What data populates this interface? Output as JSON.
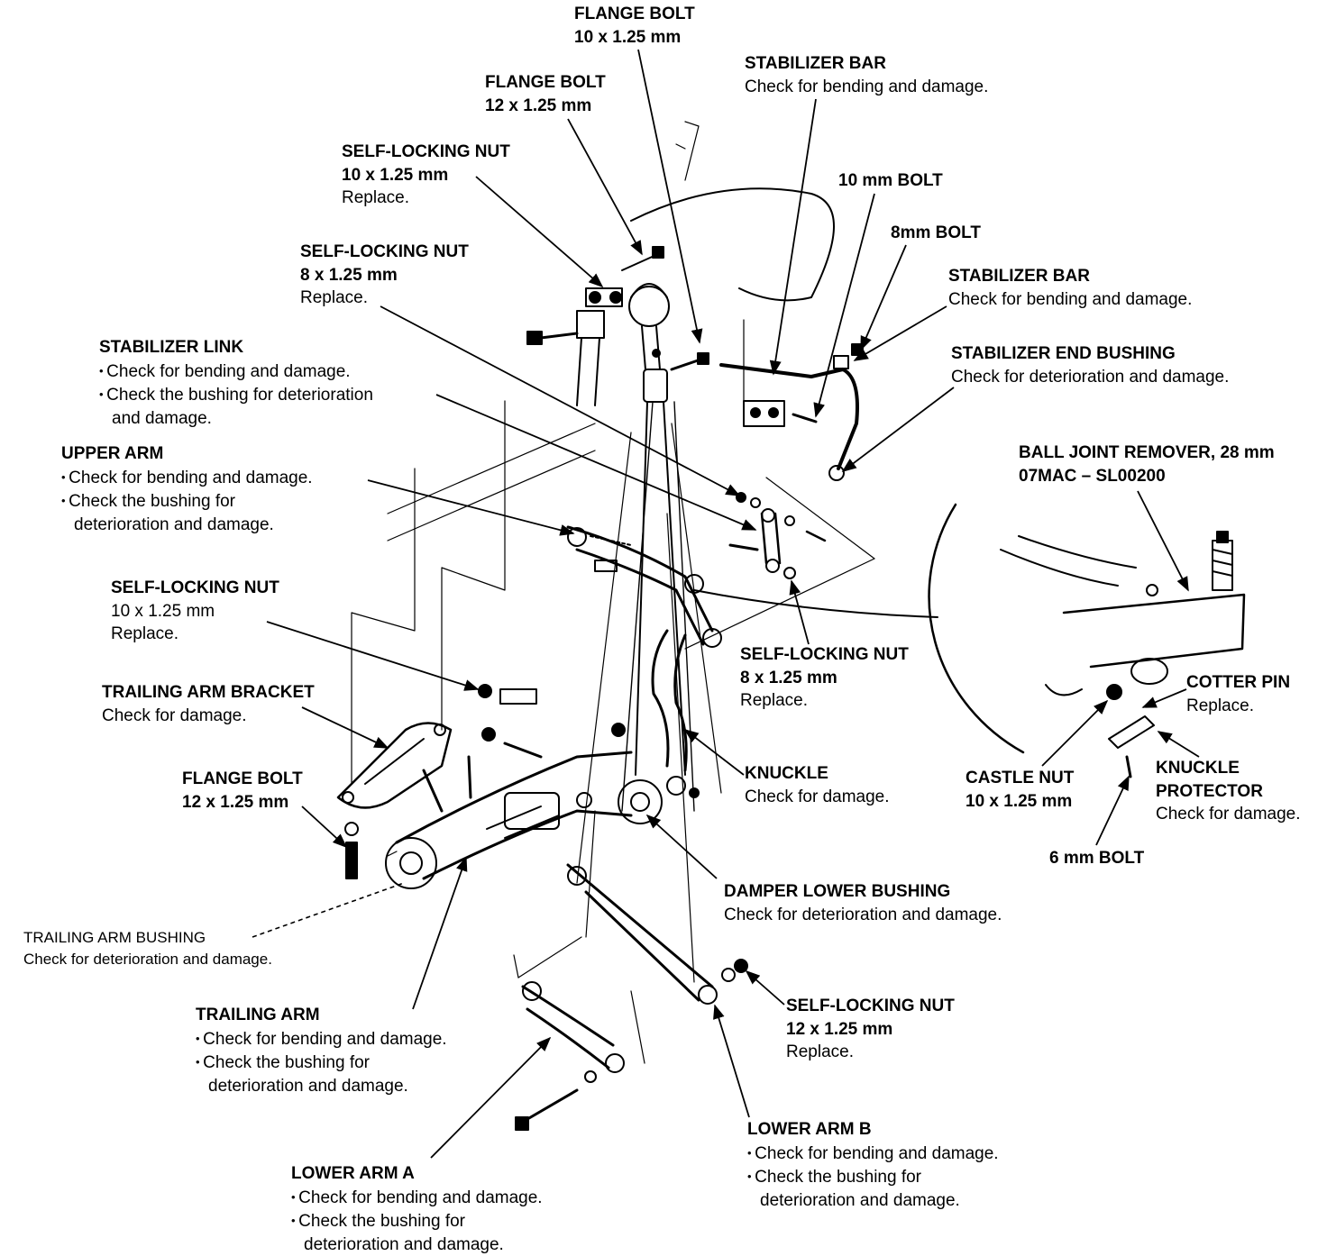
{
  "labels": [
    {
      "id": "flange-bolt-top",
      "title": "FLANGE BOLT",
      "lines": [
        "10 x 1.25 mm"
      ]
    },
    {
      "id": "flange-bolt-12",
      "title": "FLANGE BOLT",
      "lines": [
        "12 x 1.25 mm"
      ]
    },
    {
      "id": "stabilizer-bar-top",
      "title": "STABILIZER BAR",
      "lines": [
        "Check for bending and damage."
      ]
    },
    {
      "id": "self-locking-nut-10-top",
      "title": "SELF-LOCKING NUT",
      "lines": [
        "10 x 1.25 mm",
        "Replace."
      ]
    },
    {
      "id": "bolt-10mm",
      "title": "10 mm BOLT",
      "lines": []
    },
    {
      "id": "bolt-8mm",
      "title": "8mm BOLT",
      "lines": []
    },
    {
      "id": "self-locking-nut-8-top",
      "title": "SELF-LOCKING NUT",
      "lines": [
        "8 x 1.25 mm",
        "Replace."
      ]
    },
    {
      "id": "stabilizer-bar-right",
      "title": "STABILIZER BAR",
      "lines": [
        "Check for bending and damage."
      ]
    },
    {
      "id": "stabilizer-end-bushing",
      "title": "STABILIZER END BUSHING",
      "lines": [
        "Check for deterioration and damage."
      ]
    },
    {
      "id": "stabilizer-link",
      "title": "STABILIZER LINK",
      "bullets": [
        "Check for bending and damage.",
        "Check the bushing for deterioration"
      ],
      "cont": [
        "and damage."
      ]
    },
    {
      "id": "upper-arm",
      "title": "UPPER ARM",
      "bullets": [
        "Check for bending and damage.",
        "Check the bushing for"
      ],
      "cont": [
        "deterioration and damage."
      ]
    },
    {
      "id": "ball-joint-remover",
      "title": "BALL JOINT REMOVER, 28 mm",
      "title2": "07MAC – SL00200",
      "lines": []
    },
    {
      "id": "self-locking-nut-10-mid",
      "title": "SELF-LOCKING NUT",
      "lines": [
        "10 x 1.25 mm",
        "Replace."
      ]
    },
    {
      "id": "self-locking-nut-8-mid",
      "title": "SELF-LOCKING NUT",
      "lines": [
        "8 x 1.25 mm",
        "Replace."
      ]
    },
    {
      "id": "cotter-pin",
      "title": "COTTER PIN",
      "lines": [
        "Replace."
      ]
    },
    {
      "id": "trailing-arm-bracket",
      "title": "TRAILING ARM BRACKET",
      "lines": [
        "Check for damage."
      ]
    },
    {
      "id": "knuckle",
      "title": "KNUCKLE",
      "lines": [
        "Check for damage."
      ]
    },
    {
      "id": "castle-nut",
      "title": "CASTLE NUT",
      "title2": "10 x 1.25 mm",
      "lines": []
    },
    {
      "id": "knuckle-protector",
      "title": "KNUCKLE",
      "title2": "PROTECTOR",
      "lines": [
        "Check for damage."
      ]
    },
    {
      "id": "flange-bolt-12-left",
      "title": "FLANGE BOLT",
      "title2": "12 x 1.25 mm",
      "lines": []
    },
    {
      "id": "bolt-6mm",
      "title": "6 mm BOLT",
      "lines": []
    },
    {
      "id": "damper-lower-bushing",
      "title": "DAMPER LOWER BUSHING",
      "lines": [
        "Check for deterioration and damage."
      ]
    },
    {
      "id": "trailing-arm-bushing",
      "title": "TRAILING ARM BUSHING",
      "lines": [
        "Check for deterioration and damage."
      ]
    },
    {
      "id": "trailing-arm",
      "title": "TRAILING ARM",
      "bullets": [
        "Check for bending and damage.",
        "Check the bushing for"
      ],
      "cont": [
        "deterioration and damage."
      ]
    },
    {
      "id": "self-locking-nut-12",
      "title": "SELF-LOCKING NUT",
      "lines": [
        "12 x 1.25 mm",
        "Replace."
      ]
    },
    {
      "id": "lower-arm-b",
      "title": "LOWER ARM B",
      "bullets": [
        "Check for bending and damage.",
        "Check the bushing for"
      ],
      "cont": [
        "deterioration and damage."
      ]
    },
    {
      "id": "lower-arm-a",
      "title": "LOWER ARM A",
      "bullets": [
        "Check for bending and damage.",
        "Check the bushing for"
      ],
      "cont": [
        "deterioration and damage."
      ]
    }
  ]
}
